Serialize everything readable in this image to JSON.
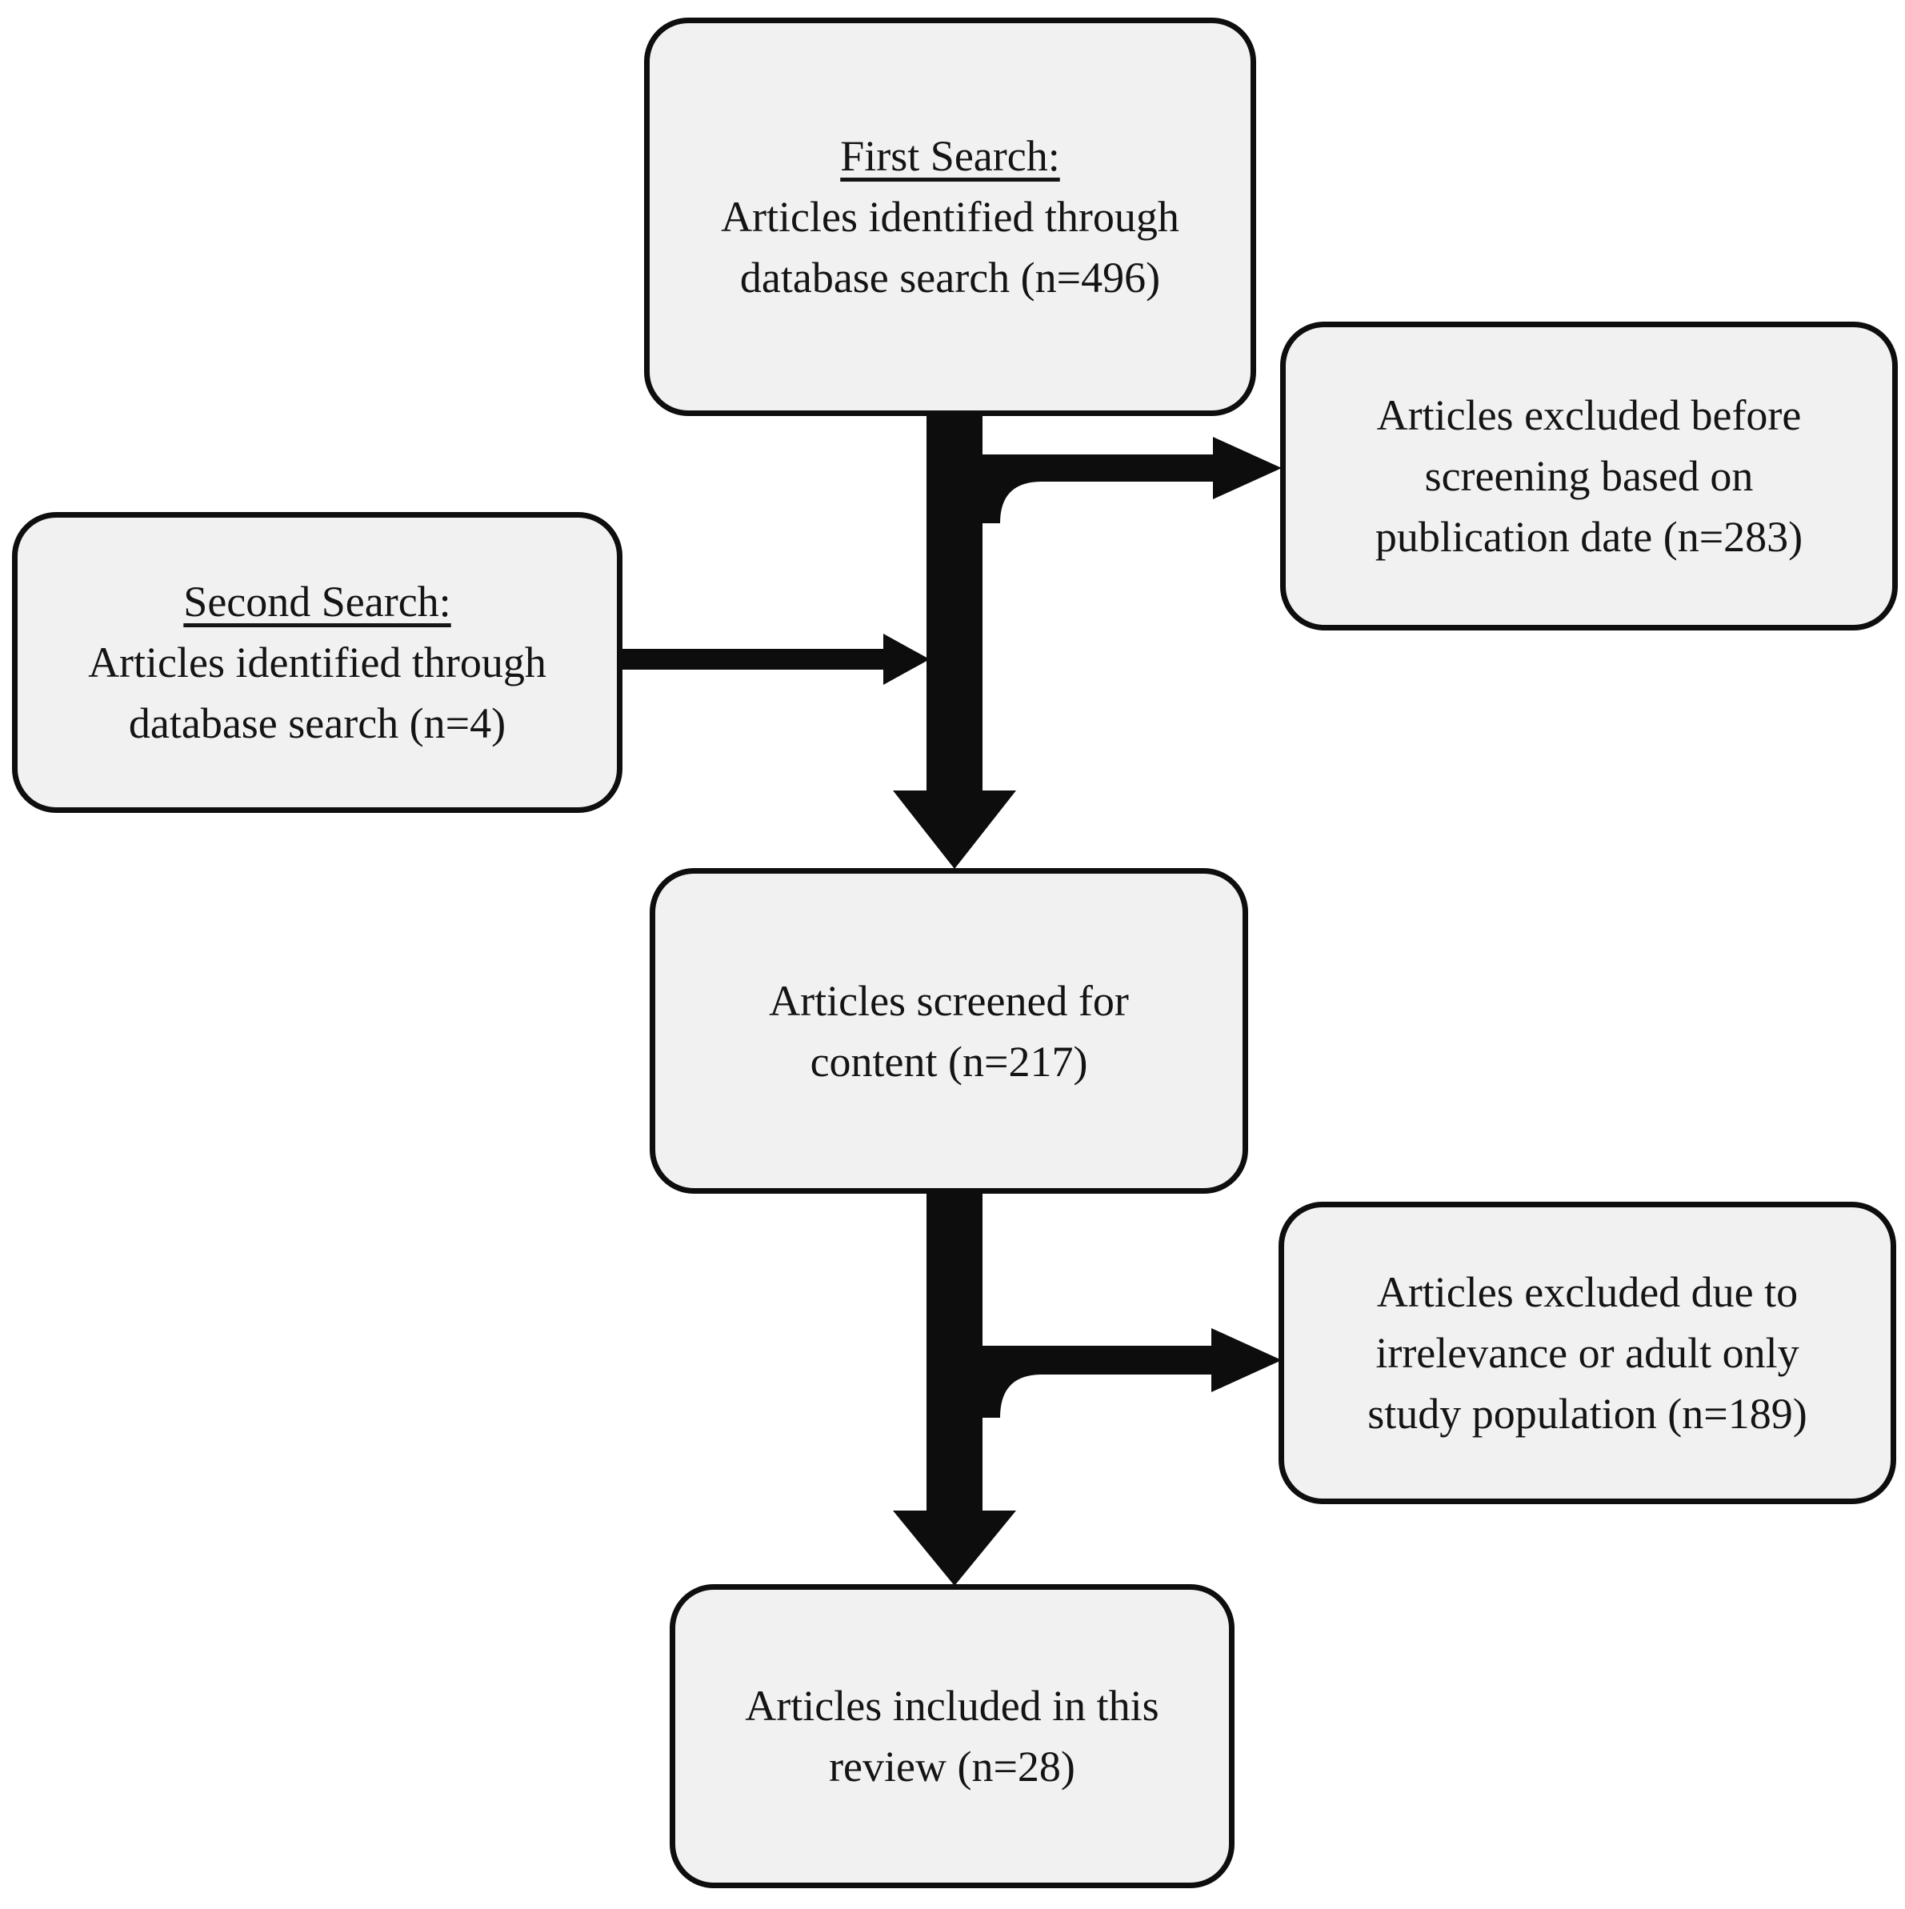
{
  "colors": {
    "background": "#ffffff",
    "box_fill": "#f1f1f1",
    "box_border": "#0e0e0e",
    "arrow": "#0d0d0d",
    "text": "#141414"
  },
  "boxes": {
    "first_search": {
      "title": "First Search:",
      "body": "Articles identified through\ndatabase search (n=496)"
    },
    "excluded_date": {
      "body": "Articles excluded before\nscreening based on\npublication date (n=283)"
    },
    "second_search": {
      "title": "Second Search:",
      "body": "Articles identified through\ndatabase search (n=4)"
    },
    "screened": {
      "body": "Articles screened for\ncontent (n=217)"
    },
    "excluded_irrelevance": {
      "body": "Articles excluded due to\nirrelevance or adult only\nstudy population (n=189)"
    },
    "included": {
      "body": "Articles included in this\nreview (n=28)"
    }
  }
}
